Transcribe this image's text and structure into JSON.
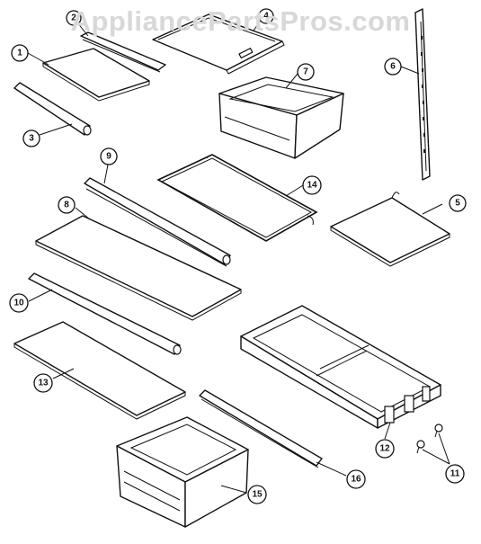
{
  "watermark": "AppliancePartsPros.com",
  "callouts": {
    "c1": "1",
    "c2": "2",
    "c3": "3",
    "c4": "4",
    "c5": "5",
    "c6": "6",
    "c7": "7",
    "c8": "8",
    "c9": "9",
    "c10": "10",
    "c11": "11",
    "c12": "12",
    "c13": "13",
    "c14": "14",
    "c15": "15",
    "c16": "16"
  },
  "colors": {
    "line": "#111111",
    "background": "#ffffff",
    "watermark": "#d8d8d8"
  }
}
